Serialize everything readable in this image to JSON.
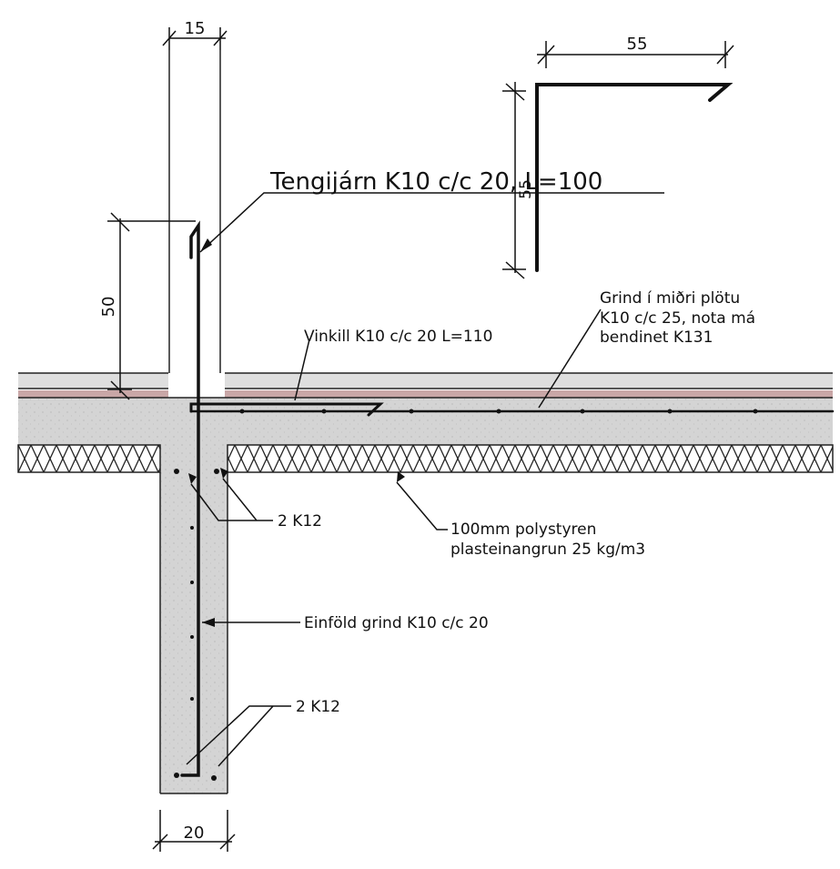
{
  "dimensions": {
    "top_wall_thickness": "15",
    "bar_leg_horizontal": "55",
    "bar_leg_vertical": "55",
    "starter_bar_height": "50",
    "footing_width": "20"
  },
  "labels": {
    "tengijarn": "Tengijárn K10 c/c 20, L=100",
    "vinkill": "Vinkill K10 c/c 20 L=110",
    "grind_line1": "Grind í miðri plötu",
    "grind_line2": "K10 c/c 25, nota má",
    "grind_line3": "bendinet K131",
    "k12_top": "2 K12",
    "insulation_line1": "100mm polystyren",
    "insulation_line2": "plasteinangrun 25 kg/m3",
    "einfold": "Einföld grind K10 c/c 20",
    "k12_bottom": "2 K12"
  },
  "colors": {
    "concrete": "#d4d4d4",
    "membrane": "#c9a7a7",
    "line": "#111111"
  }
}
